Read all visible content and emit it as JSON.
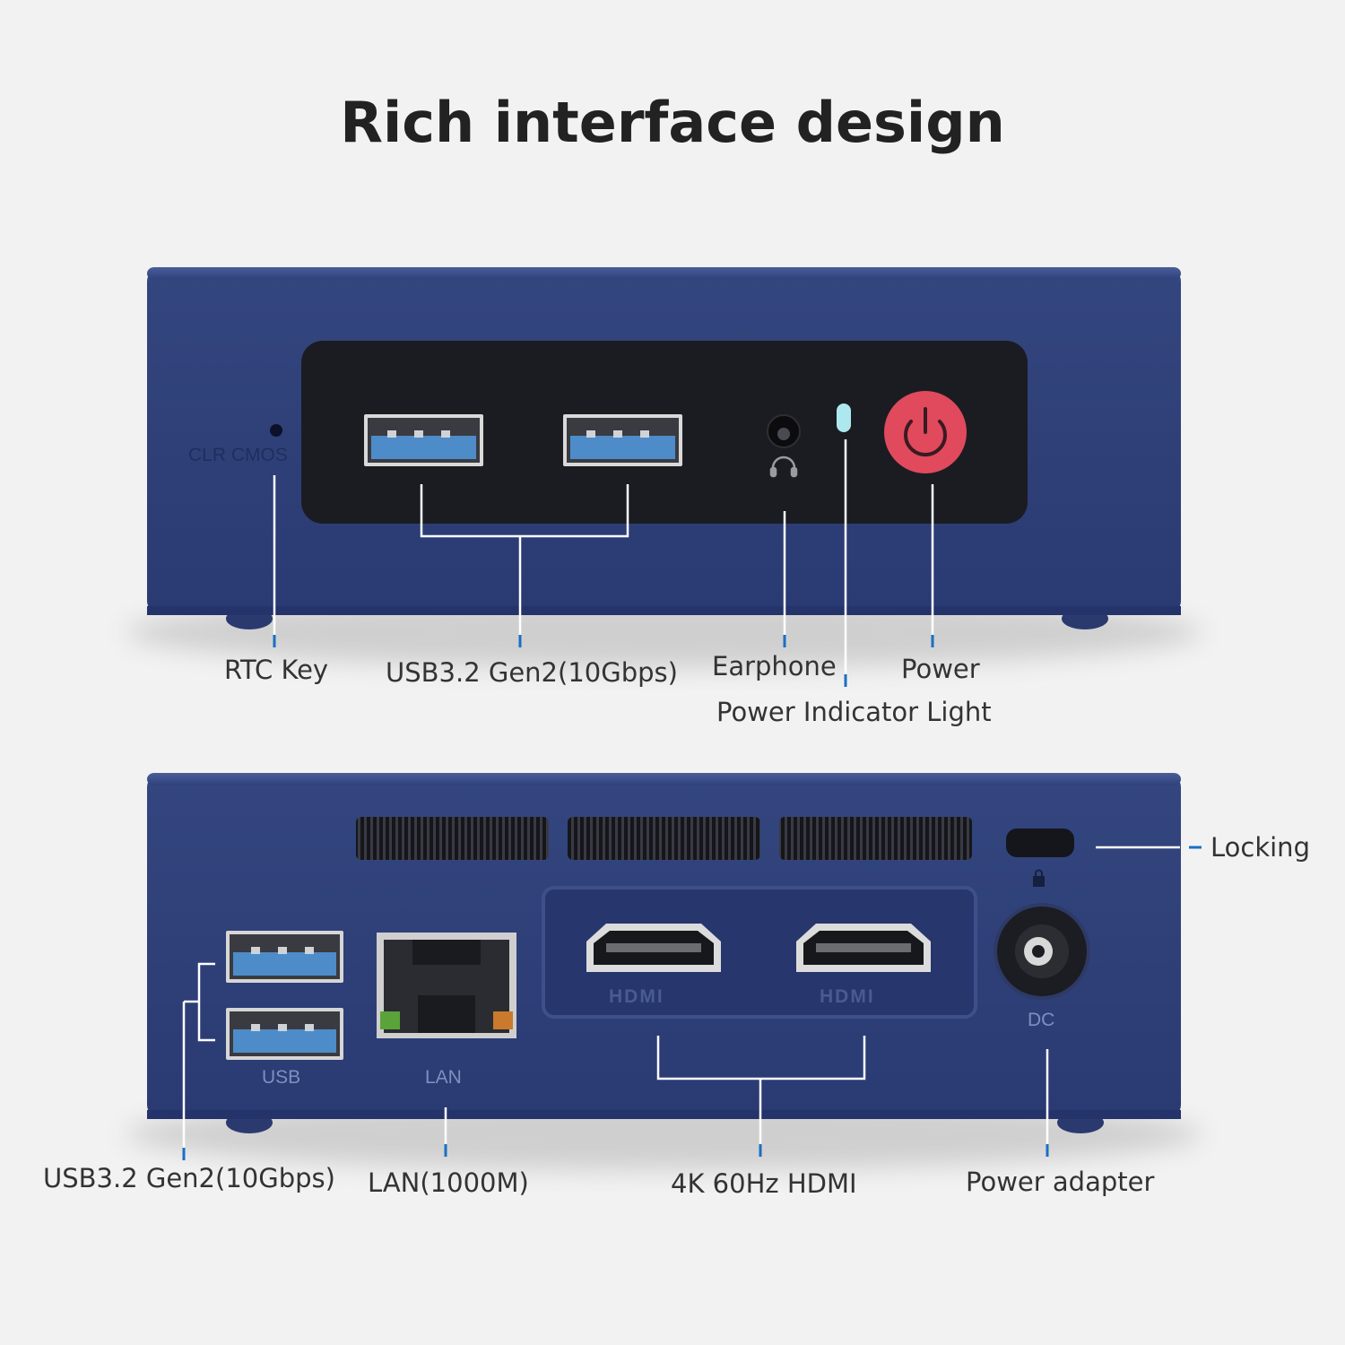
{
  "title": "Rich interface design",
  "colors": {
    "device_body": "#2c3d77",
    "front_panel": "#1b1c22",
    "power_button": "#e04a5c",
    "usb_insert": "#4d8cc9",
    "indicator": "#aee8ef",
    "leader_line": "#ffffff",
    "tick_mark": "#1a6fc4"
  },
  "front": {
    "clr_cmos_label": "CLR CMOS",
    "callouts": {
      "rtc_key": "RTC Key",
      "usb": "USB3.2 Gen2(10Gbps)",
      "earphone": "Earphone",
      "power": "Power",
      "indicator": "Power Indicator Light"
    }
  },
  "back": {
    "usb_label": "USB",
    "lan_label": "LAN",
    "hdmi_logo": "HDMI",
    "dc_label": "DC",
    "callouts": {
      "locking": "Locking",
      "usb": "USB3.2 Gen2(10Gbps)",
      "lan": "LAN(1000M)",
      "hdmi": "4K 60Hz HDMI",
      "power_adapter": "Power adapter"
    }
  }
}
